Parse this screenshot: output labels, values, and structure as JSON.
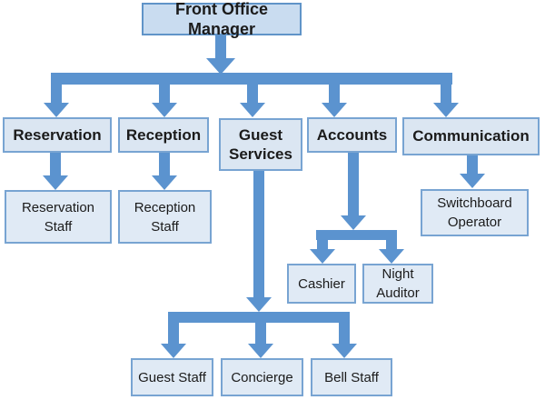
{
  "colors": {
    "background": "#ffffff",
    "connector": "#5b93cf",
    "root_fill": "#c9dcf0",
    "root_border": "#6094c8",
    "node_fill": "#dbe6f2",
    "node_border": "#78a4d2",
    "staff_fill": "#e0eaf5",
    "text": "#1b1b1b"
  },
  "org": {
    "root": "Front Office Manager",
    "level2": [
      {
        "label": "Reservation",
        "children": [
          "Reservation Staff"
        ]
      },
      {
        "label": "Reception",
        "children": [
          "Reception Staff"
        ]
      },
      {
        "label": "Guest Services",
        "children": [
          "Guest Staff",
          "Concierge",
          "Bell Staff"
        ]
      },
      {
        "label": "Accounts",
        "children": [
          "Cashier",
          "Night Auditor"
        ]
      },
      {
        "label": "Communication",
        "children": [
          "Switchboard Operator"
        ]
      }
    ]
  }
}
